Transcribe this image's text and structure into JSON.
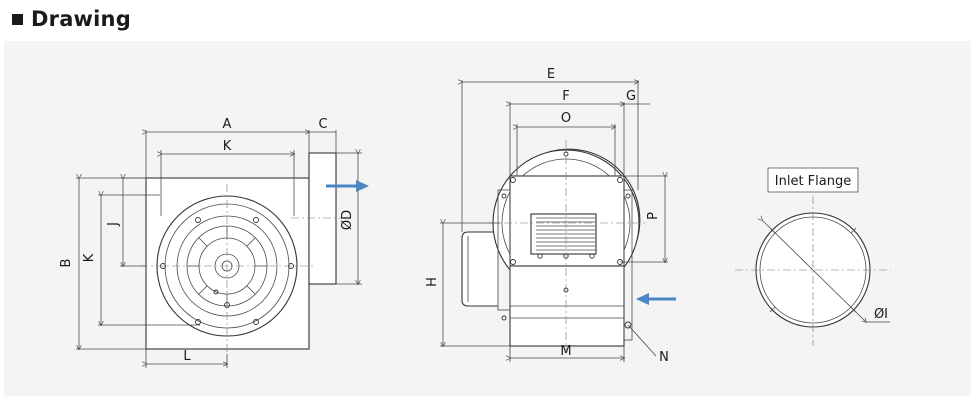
{
  "section": {
    "title": "Drawing"
  },
  "colors": {
    "arrow": "#4a86c5",
    "line": "#333333",
    "panel": "#f4f4f4"
  },
  "front_view": {
    "labels": {
      "A": "A",
      "C": "C",
      "K_top": "K",
      "B": "B",
      "K_left": "K",
      "J": "J",
      "D": "ØD",
      "L": "L"
    }
  },
  "side_view": {
    "labels": {
      "E": "E",
      "F": "F",
      "G": "G",
      "O": "O",
      "P": "P",
      "H": "H",
      "M": "M",
      "N": "N"
    }
  },
  "flange_view": {
    "title": "Inlet Flange",
    "labels": {
      "I": "ØI"
    }
  }
}
